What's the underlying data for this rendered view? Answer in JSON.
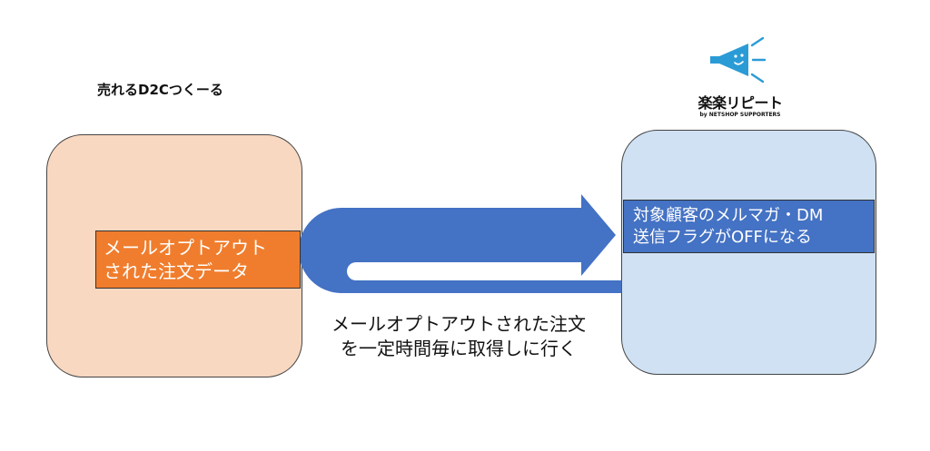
{
  "left_system": {
    "title": "売れるD2Cつくーる",
    "data_label_lines": [
      "メールオプトアウト",
      "された注文データ"
    ]
  },
  "right_system": {
    "logo_name": "楽楽リピート",
    "logo_sub": "by NETSHOP SUPPORTERS",
    "result_label_lines": [
      "対象顧客のメルマガ・DM",
      "送信フラグがOFFになる"
    ]
  },
  "flow": {
    "caption_lines": [
      "メールオプトアウトされた注文",
      "を一定時間毎に取得しに行く"
    ]
  },
  "colors": {
    "left_box": "#f8d8c1",
    "right_box": "#cfe1f3",
    "orange_label": "#f07d2d",
    "blue_label": "#4472c4",
    "arrow": "#4472c4",
    "logo_accent": "#2b9bd6"
  }
}
